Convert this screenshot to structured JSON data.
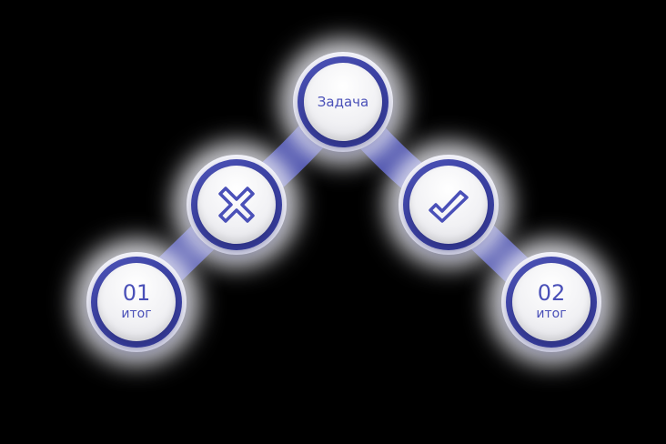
{
  "colors": {
    "ring": "#3d43a6",
    "accent": "#4a50b8",
    "face": "#f1f1f4",
    "background": "#000000"
  },
  "nodes": {
    "top": {
      "label": "Задача"
    },
    "left_mid": {
      "icon": "x-cross-icon"
    },
    "right_mid": {
      "icon": "checkmark-icon"
    },
    "left_end": {
      "number": "01",
      "label": "итог"
    },
    "right_end": {
      "number": "02",
      "label": "итог"
    }
  }
}
